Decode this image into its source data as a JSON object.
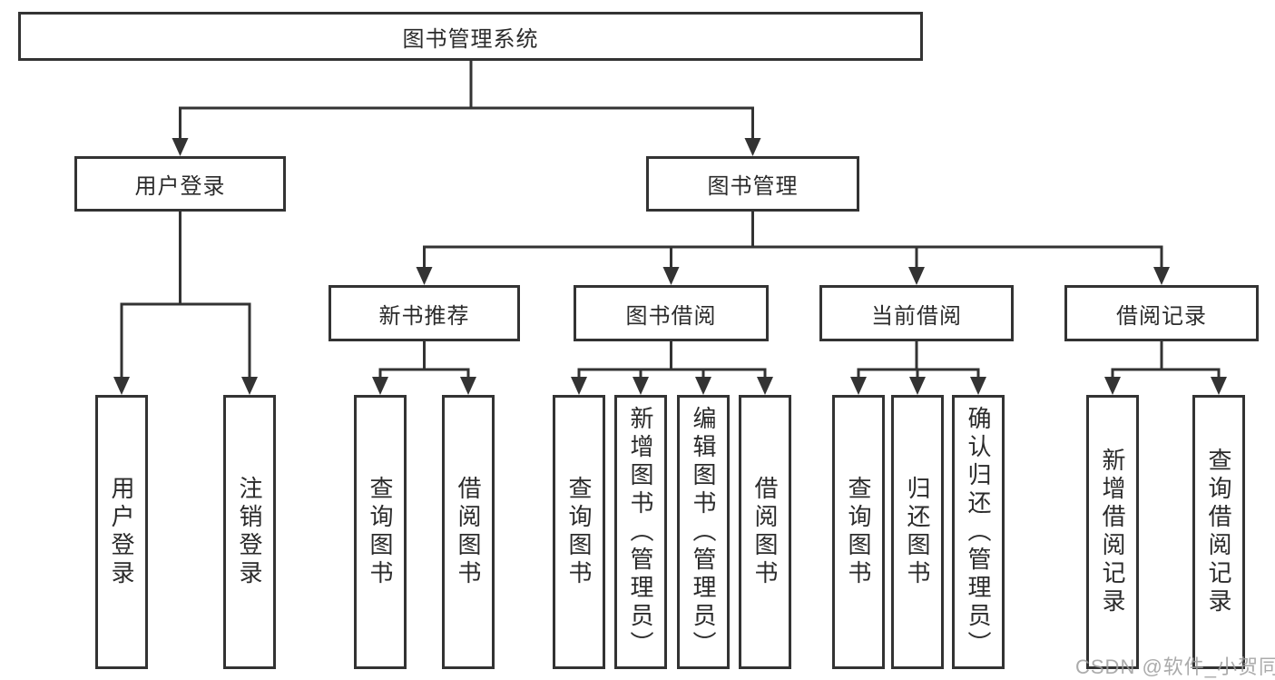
{
  "tree": {
    "root": {
      "label": "图书管理系统"
    },
    "branches": [
      {
        "label": "用户登录",
        "children": [
          {
            "label": "用户登录"
          },
          {
            "label": "注销登录"
          }
        ]
      },
      {
        "label": "图书管理",
        "children": [
          {
            "label": "新书推荐",
            "children": [
              {
                "label": "查询图书"
              },
              {
                "label": "借阅图书"
              }
            ]
          },
          {
            "label": "图书借阅",
            "children": [
              {
                "label": "查询图书"
              },
              {
                "label": "新增图书（管理员）"
              },
              {
                "label": "编辑图书（管理员）"
              },
              {
                "label": "借阅图书"
              }
            ]
          },
          {
            "label": "当前借阅",
            "children": [
              {
                "label": "查询图书"
              },
              {
                "label": "归还图书"
              },
              {
                "label": "确认归还（管理员）"
              }
            ]
          },
          {
            "label": "借阅记录",
            "children": [
              {
                "label": "新增借阅记录"
              },
              {
                "label": "查询借阅记录"
              }
            ]
          }
        ]
      }
    ]
  },
  "watermark": {
    "text": "CSDN @软件_小贺同学"
  },
  "colors": {
    "line": "#333333",
    "text": "#2b2b2b",
    "watermark": "#9d9d9d",
    "background": "#ffffff"
  }
}
